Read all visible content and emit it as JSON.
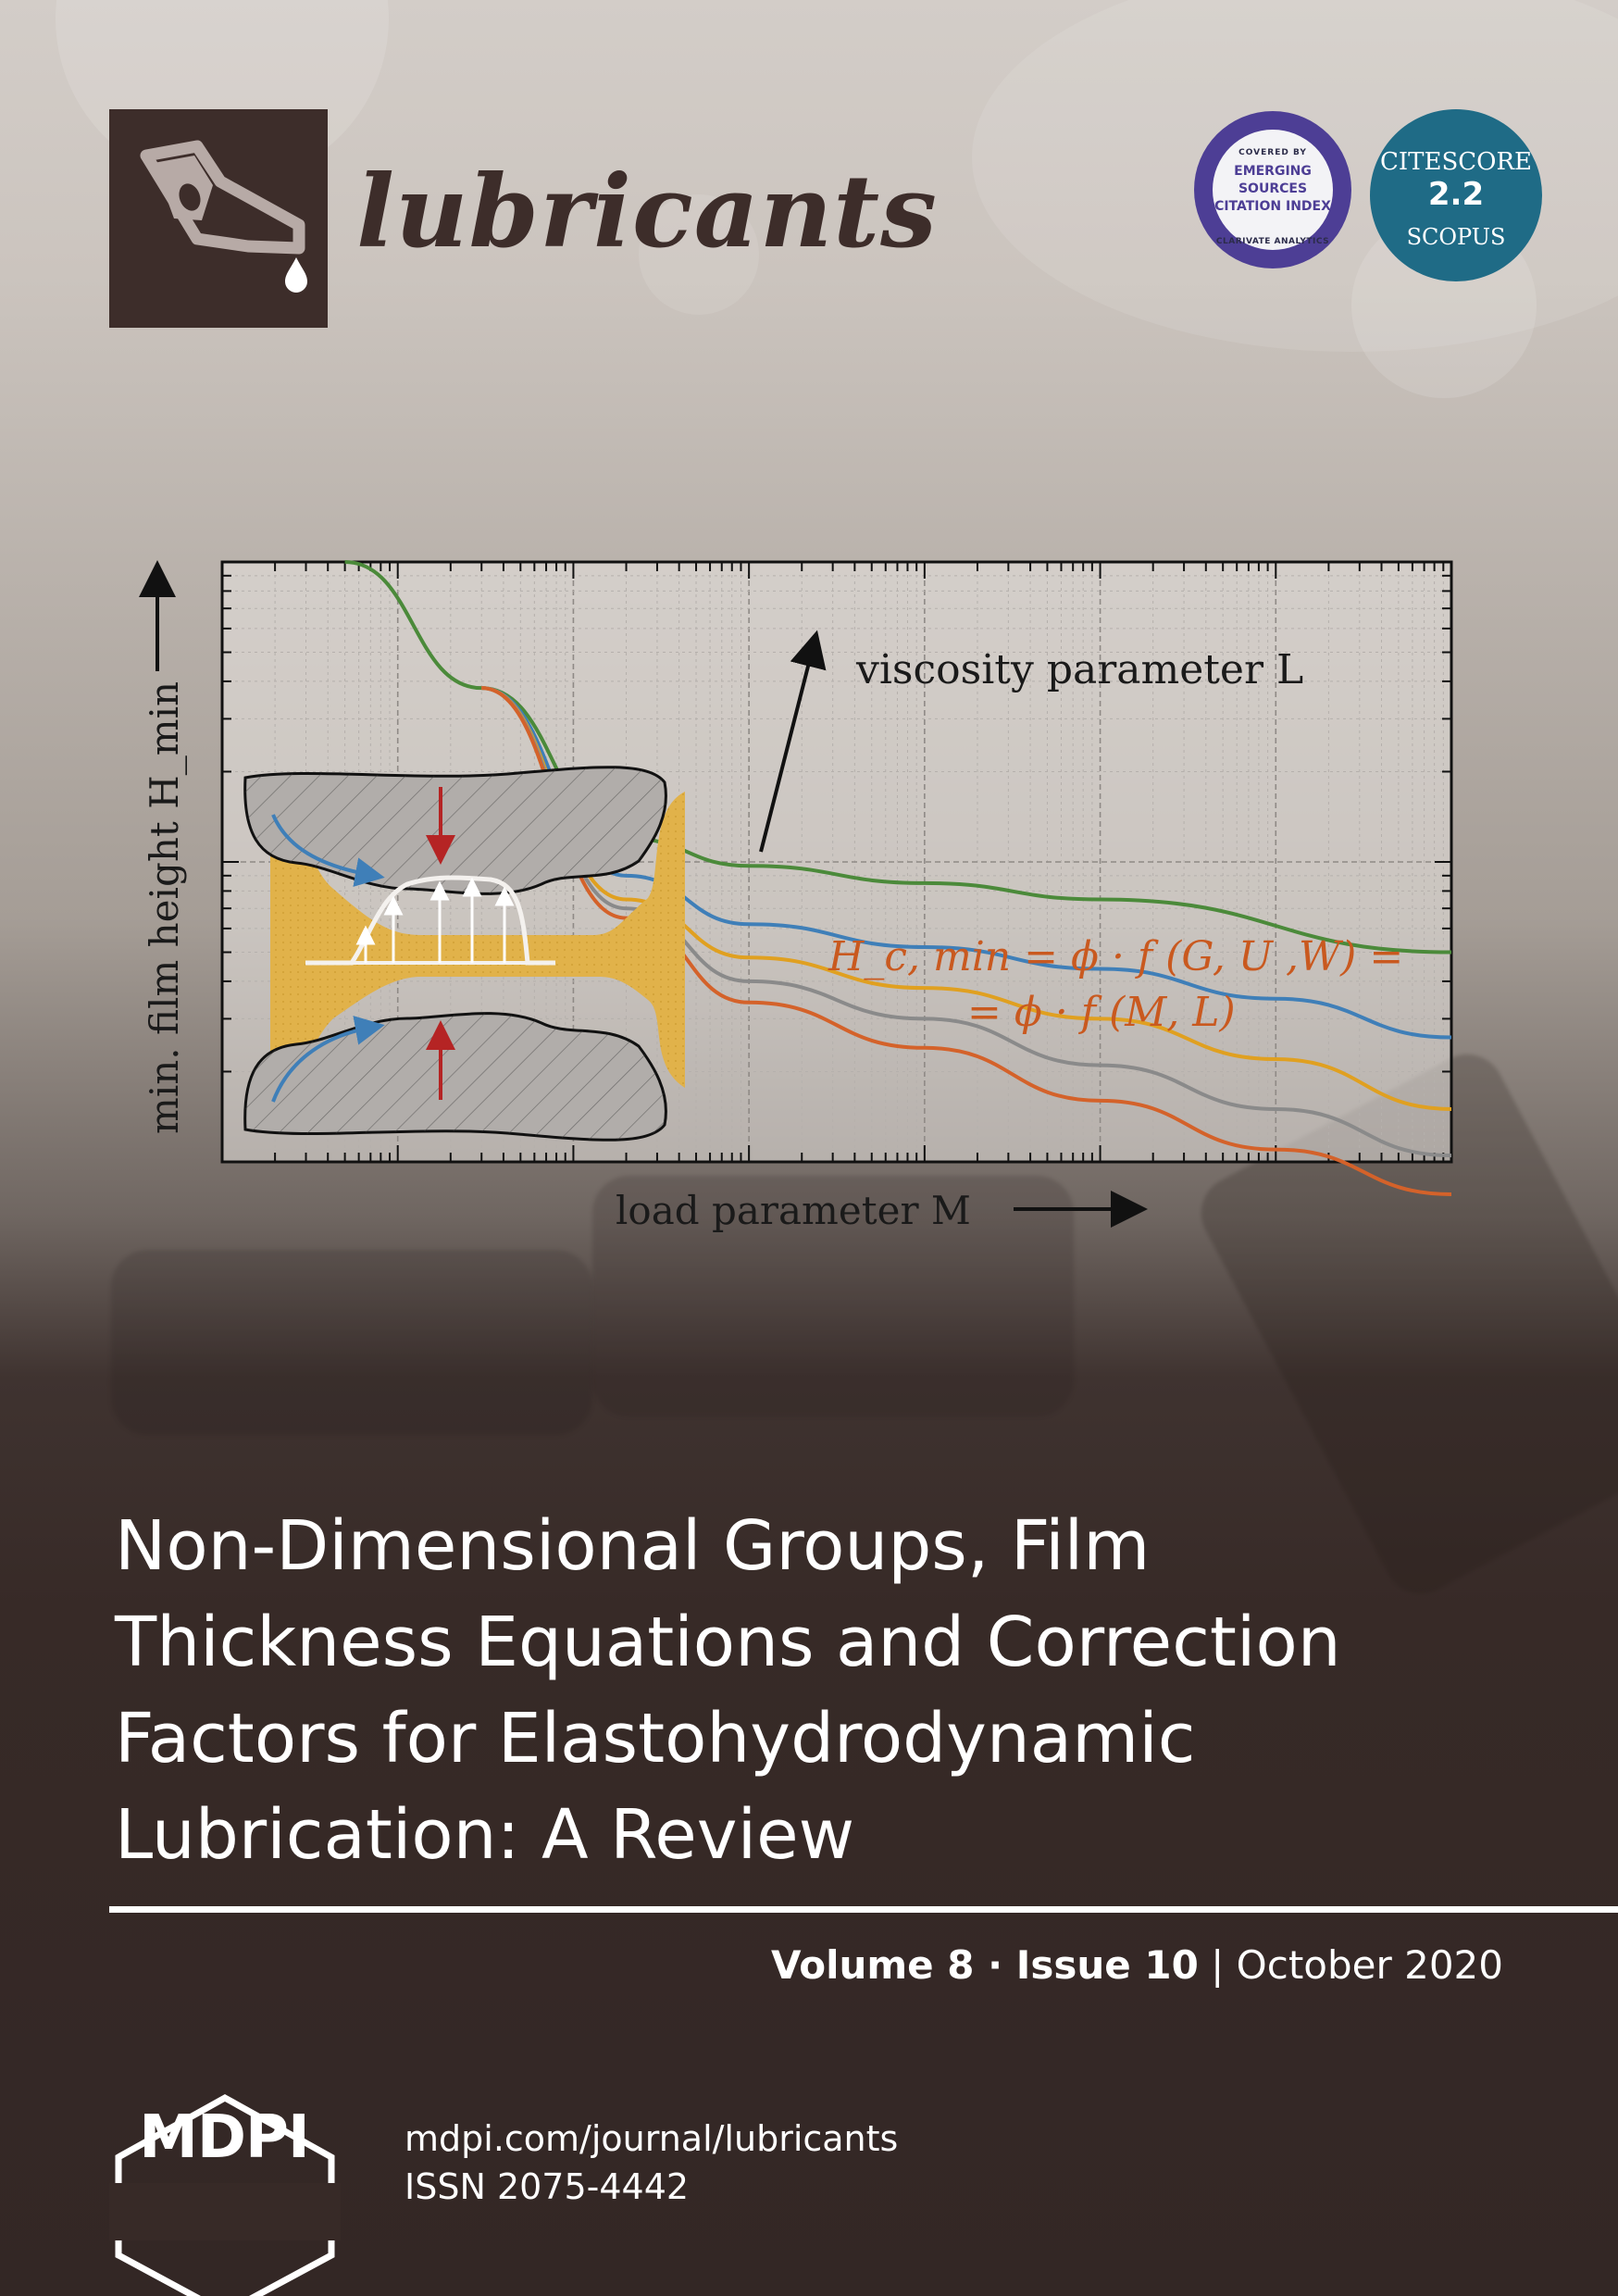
{
  "journal": {
    "name": "lubricants"
  },
  "badges": {
    "esci": {
      "top": "COVERED BY",
      "main": "EMERGING SOURCES CITATION INDEX",
      "bottom": "CLARIVATE ANALYTICS",
      "color": "#4d3e95"
    },
    "citescore": {
      "label": "CITESCORE",
      "value": "2.2",
      "source": "SCOPUS",
      "color": "#1f6b86"
    }
  },
  "chart_data": {
    "type": "line",
    "title": "",
    "xlabel": "load parameter M",
    "ylabel": "min. film height H_min",
    "xscale": "log",
    "yscale": "log",
    "xlim": [
      0.1,
      1000000
    ],
    "ylim": [
      0.01,
      1
    ],
    "grid": true,
    "annotation": "viscosity parameter L",
    "equation_line1": "H_c, min = ϕ · f (G, U ,W) =",
    "equation_line2": "= ϕ · f (M, L)",
    "colors": {
      "green": "#4b8a3a",
      "blue": "#3f7fb8",
      "yellow": "#e0a020",
      "gray": "#8a8a8a",
      "orange": "#d4622a"
    },
    "series": [
      {
        "color": "#4b8a3a",
        "x": [
          0.5,
          3,
          20,
          100,
          1000,
          10000,
          1000000
        ],
        "values": [
          1.0,
          0.38,
          0.12,
          0.097,
          0.085,
          0.075,
          0.05
        ]
      },
      {
        "color": "#3f7fb8",
        "x": [
          3,
          20,
          100,
          1000,
          10000,
          100000,
          1000000
        ],
        "values": [
          0.38,
          0.09,
          0.062,
          0.052,
          0.044,
          0.035,
          0.026
        ]
      },
      {
        "color": "#e0a020",
        "x": [
          3,
          20,
          100,
          1000,
          10000,
          100000,
          1000000
        ],
        "values": [
          0.38,
          0.075,
          0.048,
          0.038,
          0.03,
          0.022,
          0.015
        ]
      },
      {
        "color": "#8a8a8a",
        "x": [
          3,
          20,
          100,
          1000,
          10000,
          100000,
          1000000
        ],
        "values": [
          0.38,
          0.07,
          0.04,
          0.03,
          0.021,
          0.015,
          0.0105
        ]
      },
      {
        "color": "#d4622a",
        "x": [
          3,
          20,
          100,
          1000,
          10000,
          100000,
          1000000
        ],
        "values": [
          0.38,
          0.065,
          0.034,
          0.024,
          0.016,
          0.011,
          0.0078
        ]
      }
    ]
  },
  "article": {
    "title": "Non-Dimensional Groups, Film\nThickness Equations and Correction\nFactors for Elastohydrodynamic\nLubrication: A Review"
  },
  "issue": {
    "volume": "Volume 8",
    "sep": " · ",
    "issue": "Issue 10",
    "bar": " | ",
    "date": "October 2020"
  },
  "publisher": {
    "name": "MDPI",
    "url": "mdpi.com/journal/lubricants",
    "issn": "ISSN 2075-4442"
  }
}
